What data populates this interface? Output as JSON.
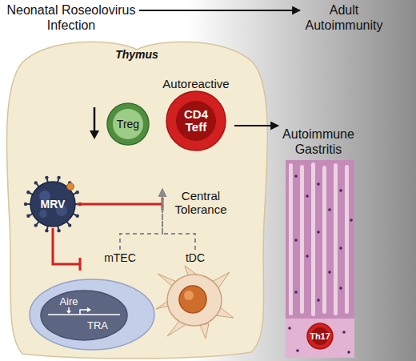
{
  "diagram": {
    "nodes": [
      {
        "text": [
          "Neonatal Roseolovirus Infection"
        ]
      },
      {
        "text": [
          "Adult Autoimmunity"
        ]
      },
      {
        "text": [
          "Thymus"
        ]
      },
      {
        "text": [
          "Treg"
        ],
        "in": 2
      },
      {
        "text": [
          "Autoreactive",
          "CD4 Teff"
        ],
        "in": 2
      },
      {
        "text": [
          "MRV"
        ],
        "in": 2
      },
      {
        "text": [
          "Central Tolerance"
        ],
        "in": 2
      },
      {
        "text": [
          "mTEC"
        ],
        "in": 2
      },
      {
        "text": [
          "Aire",
          "TRA"
        ],
        "in": 7
      },
      {
        "text": [
          "tDC"
        ],
        "in": 2
      },
      {
        "text": [
          "Autoimmune Gastritis"
        ]
      },
      {
        "text": [
          "Th17"
        ],
        "in": 10
      }
    ],
    "edges": [
      {
        "from": 0,
        "to": 1,
        "arrow": "to"
      },
      {
        "from": 5,
        "to": 6,
        "arrow": "to"
      },
      {
        "from": 5,
        "to": 7,
        "arrow": "to"
      },
      {
        "from": 7,
        "to": 6,
        "arrow": "to"
      },
      {
        "from": 9,
        "to": 6,
        "arrow": "to"
      },
      {
        "from": 4,
        "to": 10,
        "arrow": "to"
      }
    ]
  }
}
